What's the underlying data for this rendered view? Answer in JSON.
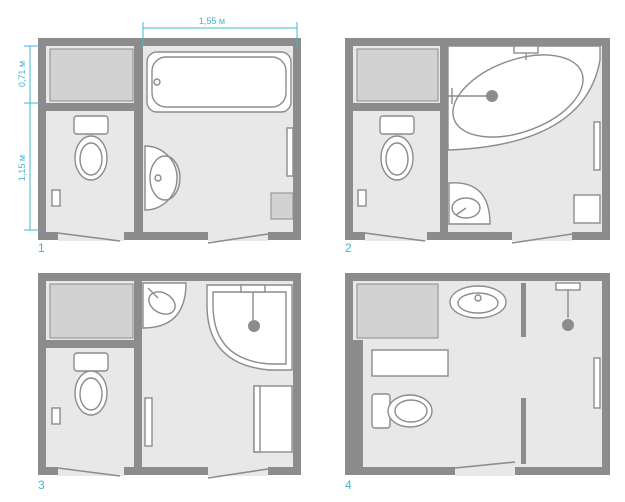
{
  "dimensions": {
    "width_label": "1,55 м",
    "height_top_label": "0,71 м",
    "height_bottom_label": "1,15 м"
  },
  "plans": [
    {
      "number": "1"
    },
    {
      "number": "2"
    },
    {
      "number": "3"
    },
    {
      "number": "4"
    }
  ],
  "colors": {
    "wall": "#8c8c8c",
    "floor": "#e8e8e8",
    "fixture_fill": "#ffffff",
    "dimension_accent": "#3fb8cf"
  }
}
